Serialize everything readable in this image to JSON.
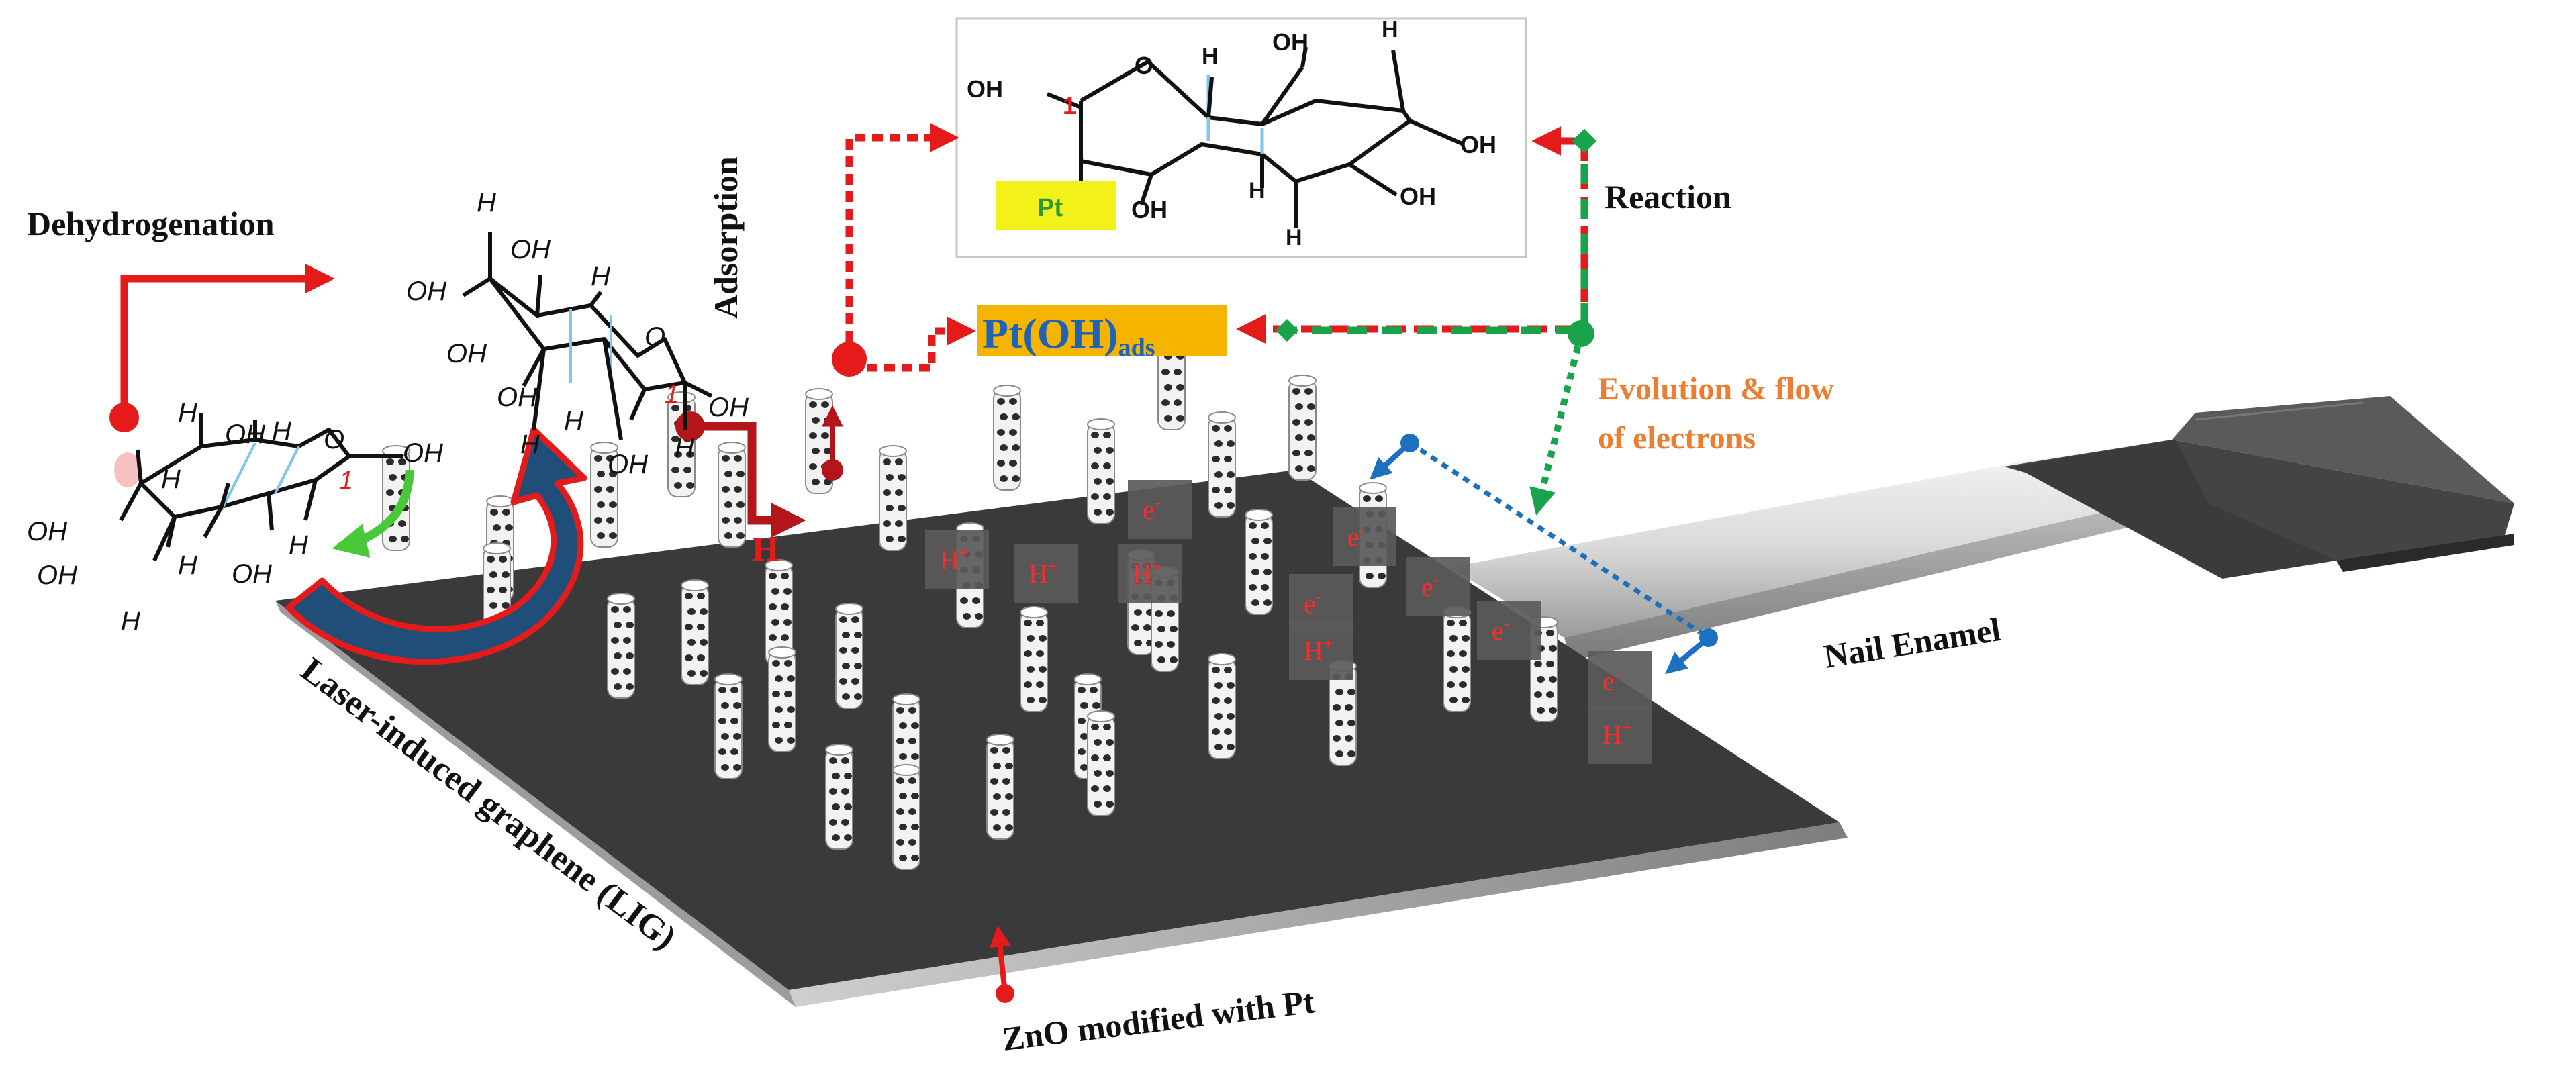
{
  "labels": {
    "dehydrogenation": "Dehydrogenation",
    "adsorption": "Adsorption",
    "reaction": "Reaction",
    "evolution_line1": "Evolution & flow",
    "evolution_line2": "of electrons",
    "nail_enamel": "Nail Enamel",
    "lig": "Laser-induced graphene (LIG)",
    "zno": "ZnO modified with Pt",
    "pt_oh_main": "Pt(OH)",
    "pt_oh_sub": "ads",
    "pt": "Pt",
    "h": "H",
    "h_plus": "H",
    "e_minus": "e",
    "plus_sign": "+",
    "minus_sign": "-",
    "oh": "OH",
    "o": "O",
    "one": "1"
  },
  "colors": {
    "red_arrow": "#e51b1b",
    "dark_red_arrow": "#b3151b",
    "green_arrow": "#19a34a",
    "light_green": "#49c93a",
    "blue_arrow": "#1d6fc0",
    "curved_arrow_fill": "#1f4e79",
    "substrate": "#3a3a3a",
    "pt_oh_box": "#f5b400",
    "pt_oh_text": "#1d63b8",
    "pt_box": "#f2f21a",
    "pt_text": "#2e9a3a",
    "evolution_text": "#ed7d31",
    "charge_box": "#5a5a5a",
    "charge_text": "#ff2a2a"
  }
}
